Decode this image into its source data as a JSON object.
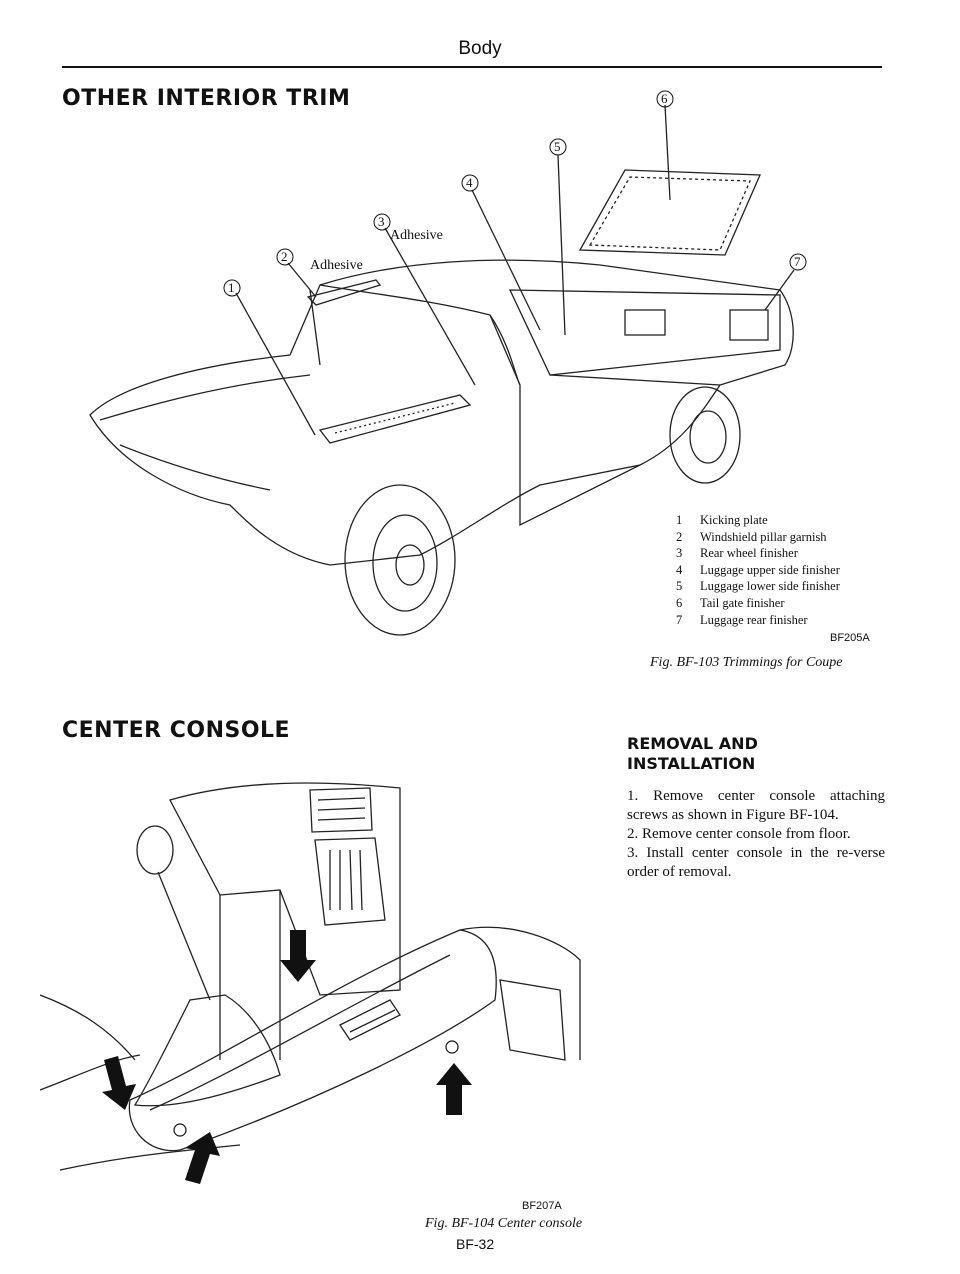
{
  "header": {
    "title": "Body"
  },
  "section1": {
    "title": "OTHER INTERIOR TRIM"
  },
  "figure1": {
    "callouts": [
      "1",
      "2",
      "3",
      "4",
      "5",
      "6",
      "7"
    ],
    "adhesive_label": "Adhesive",
    "legend": [
      {
        "num": "1",
        "label": "Kicking plate"
      },
      {
        "num": "2",
        "label": "Windshield pillar garnish"
      },
      {
        "num": "3",
        "label": "Rear wheel finisher"
      },
      {
        "num": "4",
        "label": "Luggage upper side finisher"
      },
      {
        "num": "5",
        "label": "Luggage lower side finisher"
      },
      {
        "num": "6",
        "label": "Tail gate finisher"
      },
      {
        "num": "7",
        "label": "Luggage rear finisher"
      }
    ],
    "code": "BF205A",
    "caption": "Fig. BF-103 Trimmings for Coupe"
  },
  "section2": {
    "title": "CENTER CONSOLE"
  },
  "removal": {
    "title_line1": "REMOVAL AND",
    "title_line2": "INSTALLATION",
    "steps": [
      "1. Remove center console attaching screws as shown in Figure BF-104.",
      "2. Remove center console from floor.",
      "3. Install center console in the re-verse order of removal."
    ]
  },
  "figure2": {
    "code": "BF207A",
    "caption": "Fig. BF-104 Center console"
  },
  "footer": {
    "page": "BF-32"
  }
}
